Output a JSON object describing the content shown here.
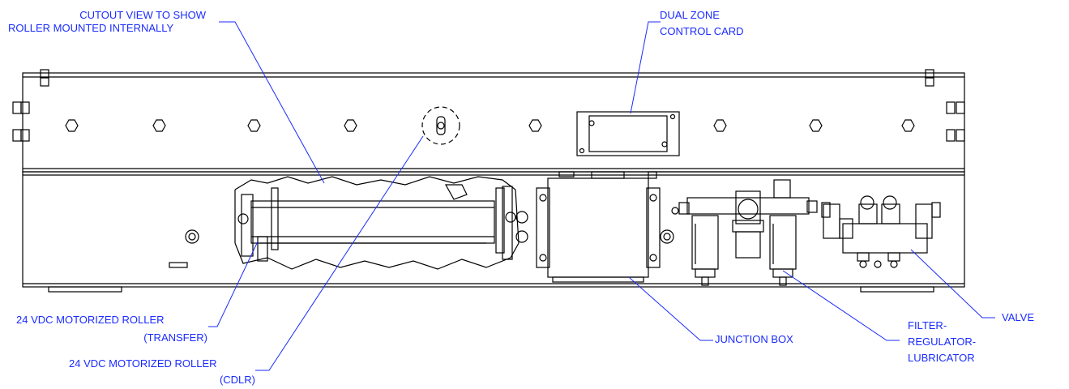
{
  "callouts": {
    "cutout": [
      "CUTOUT VIEW TO SHOW",
      "ROLLER MOUNTED INTERNALLY"
    ],
    "control_card": [
      "DUAL ZONE",
      "CONTROL CARD"
    ],
    "roller_transfer": [
      "24 VDC MOTORIZED ROLLER",
      "(TRANSFER)"
    ],
    "roller_cdlr": [
      "24 VDC MOTORIZED ROLLER",
      "(CDLR)"
    ],
    "junction_box": "JUNCTION BOX",
    "frl": [
      "FILTER-",
      "REGULATOR-",
      "LUBRICATOR"
    ],
    "valve": "VALVE"
  },
  "colors": {
    "line": "#000000",
    "callout": "#1a2bff",
    "background": "#ffffff"
  }
}
